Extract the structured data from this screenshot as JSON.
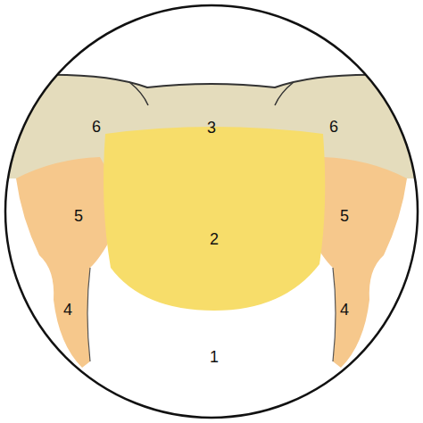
{
  "diagram": {
    "labels": [
      "6",
      "3",
      "6",
      "5",
      "2",
      "5",
      "4",
      "1",
      "4"
    ]
  }
}
